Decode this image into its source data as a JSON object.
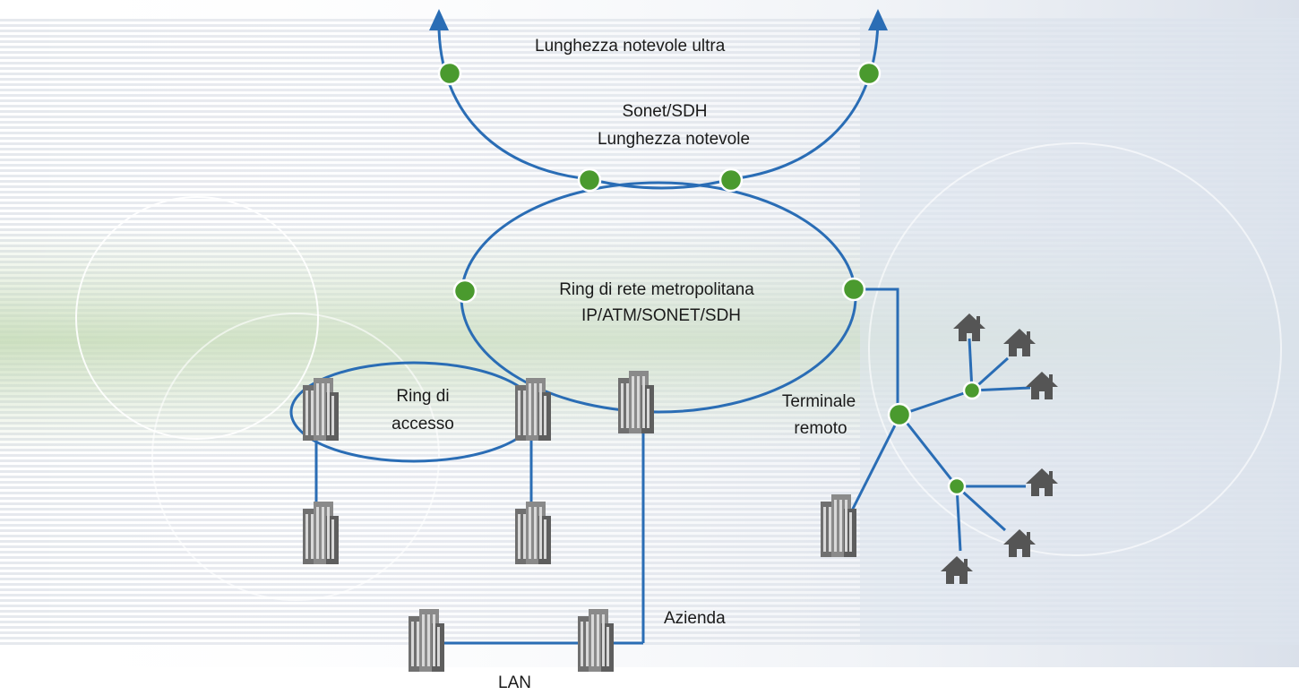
{
  "labels": {
    "ultra_long_haul": "Lunghezza notevole ultra",
    "sonet_sdh": "Sonet/SDH",
    "long_haul": "Lunghezza notevole",
    "metro_ring_line1": "Ring di rete metropolitana",
    "metro_ring_line2": "IP/ATM/SONET/SDH",
    "access_ring_line1": "Ring di",
    "access_ring_line2": "accesso",
    "remote_terminal_line1": "Terminale",
    "remote_terminal_line2": "remoto",
    "enterprise": "Azienda",
    "lan": "LAN"
  },
  "colors": {
    "link": "#2a6db5",
    "node": "#4a9a2e",
    "node_stroke": "#ffffff",
    "building": "#6e6e6e",
    "house": "#555555",
    "background_band": "#cfe0c4"
  },
  "icons": {
    "node": "green-dot",
    "building": "office-building-icon",
    "house": "house-icon",
    "arrow": "arrow-up-icon"
  }
}
